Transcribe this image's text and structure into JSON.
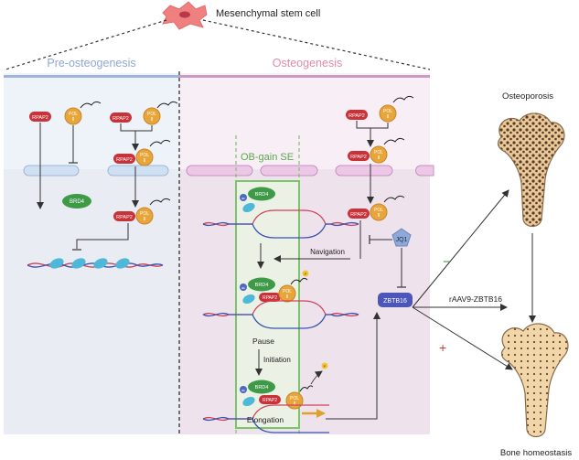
{
  "header": {
    "title": "Mesenchymal stem cell"
  },
  "panels": {
    "left": {
      "title": "Pre-osteogenesis",
      "title_color": "#8fa6d4"
    },
    "right": {
      "title": "Osteogenesis",
      "title_color": "#e08aa8"
    }
  },
  "labels": {
    "rpap2": "RPAP2",
    "pol": "POL",
    "pol_num": "II",
    "brd4": "BRD4",
    "ac": "ac",
    "p": "P",
    "ob_gain_se": "OB-gain SE",
    "navigation": "Navigation",
    "pause": "Pause",
    "initiation": "Initiation",
    "elongation": "Elongation",
    "jq1": "JQ1",
    "zbtb16": "ZBTB16",
    "raav9": "rAAV9-ZBTB16",
    "minus": "−",
    "plus": "+",
    "osteoporosis": "Osteoporosis",
    "bone_homeostasis": "Bone homeostasis"
  },
  "colors": {
    "rpap2": "#c8333a",
    "pol": "#e8a53a",
    "brd4": "#3f9a47",
    "zbtb16": "#4c55b8",
    "jq1": "#8ea9d8",
    "ob_box": "#7cc46a",
    "minus": "#3a9a3a",
    "plus": "#d23a3a"
  }
}
